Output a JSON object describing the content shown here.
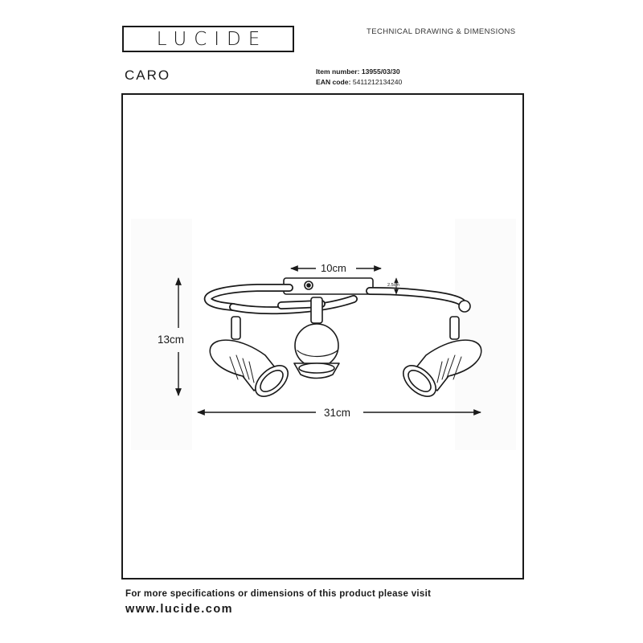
{
  "header": {
    "brand": "LUCIDE",
    "doc_type": "TECHNICAL DRAWING & DIMENSIONS"
  },
  "product": {
    "name": "CARO",
    "item_number_label": "Item number:",
    "item_number": "13955/03/30",
    "ean_label": "EAN code:",
    "ean": "5411212134240"
  },
  "dimensions": {
    "base_width": "10cm",
    "base_height": "2.5cm",
    "total_height": "13cm",
    "total_width": "31cm"
  },
  "footer": {
    "note": "For more specifications or dimensions of this product please visit",
    "website": "www.lucide.com"
  }
}
